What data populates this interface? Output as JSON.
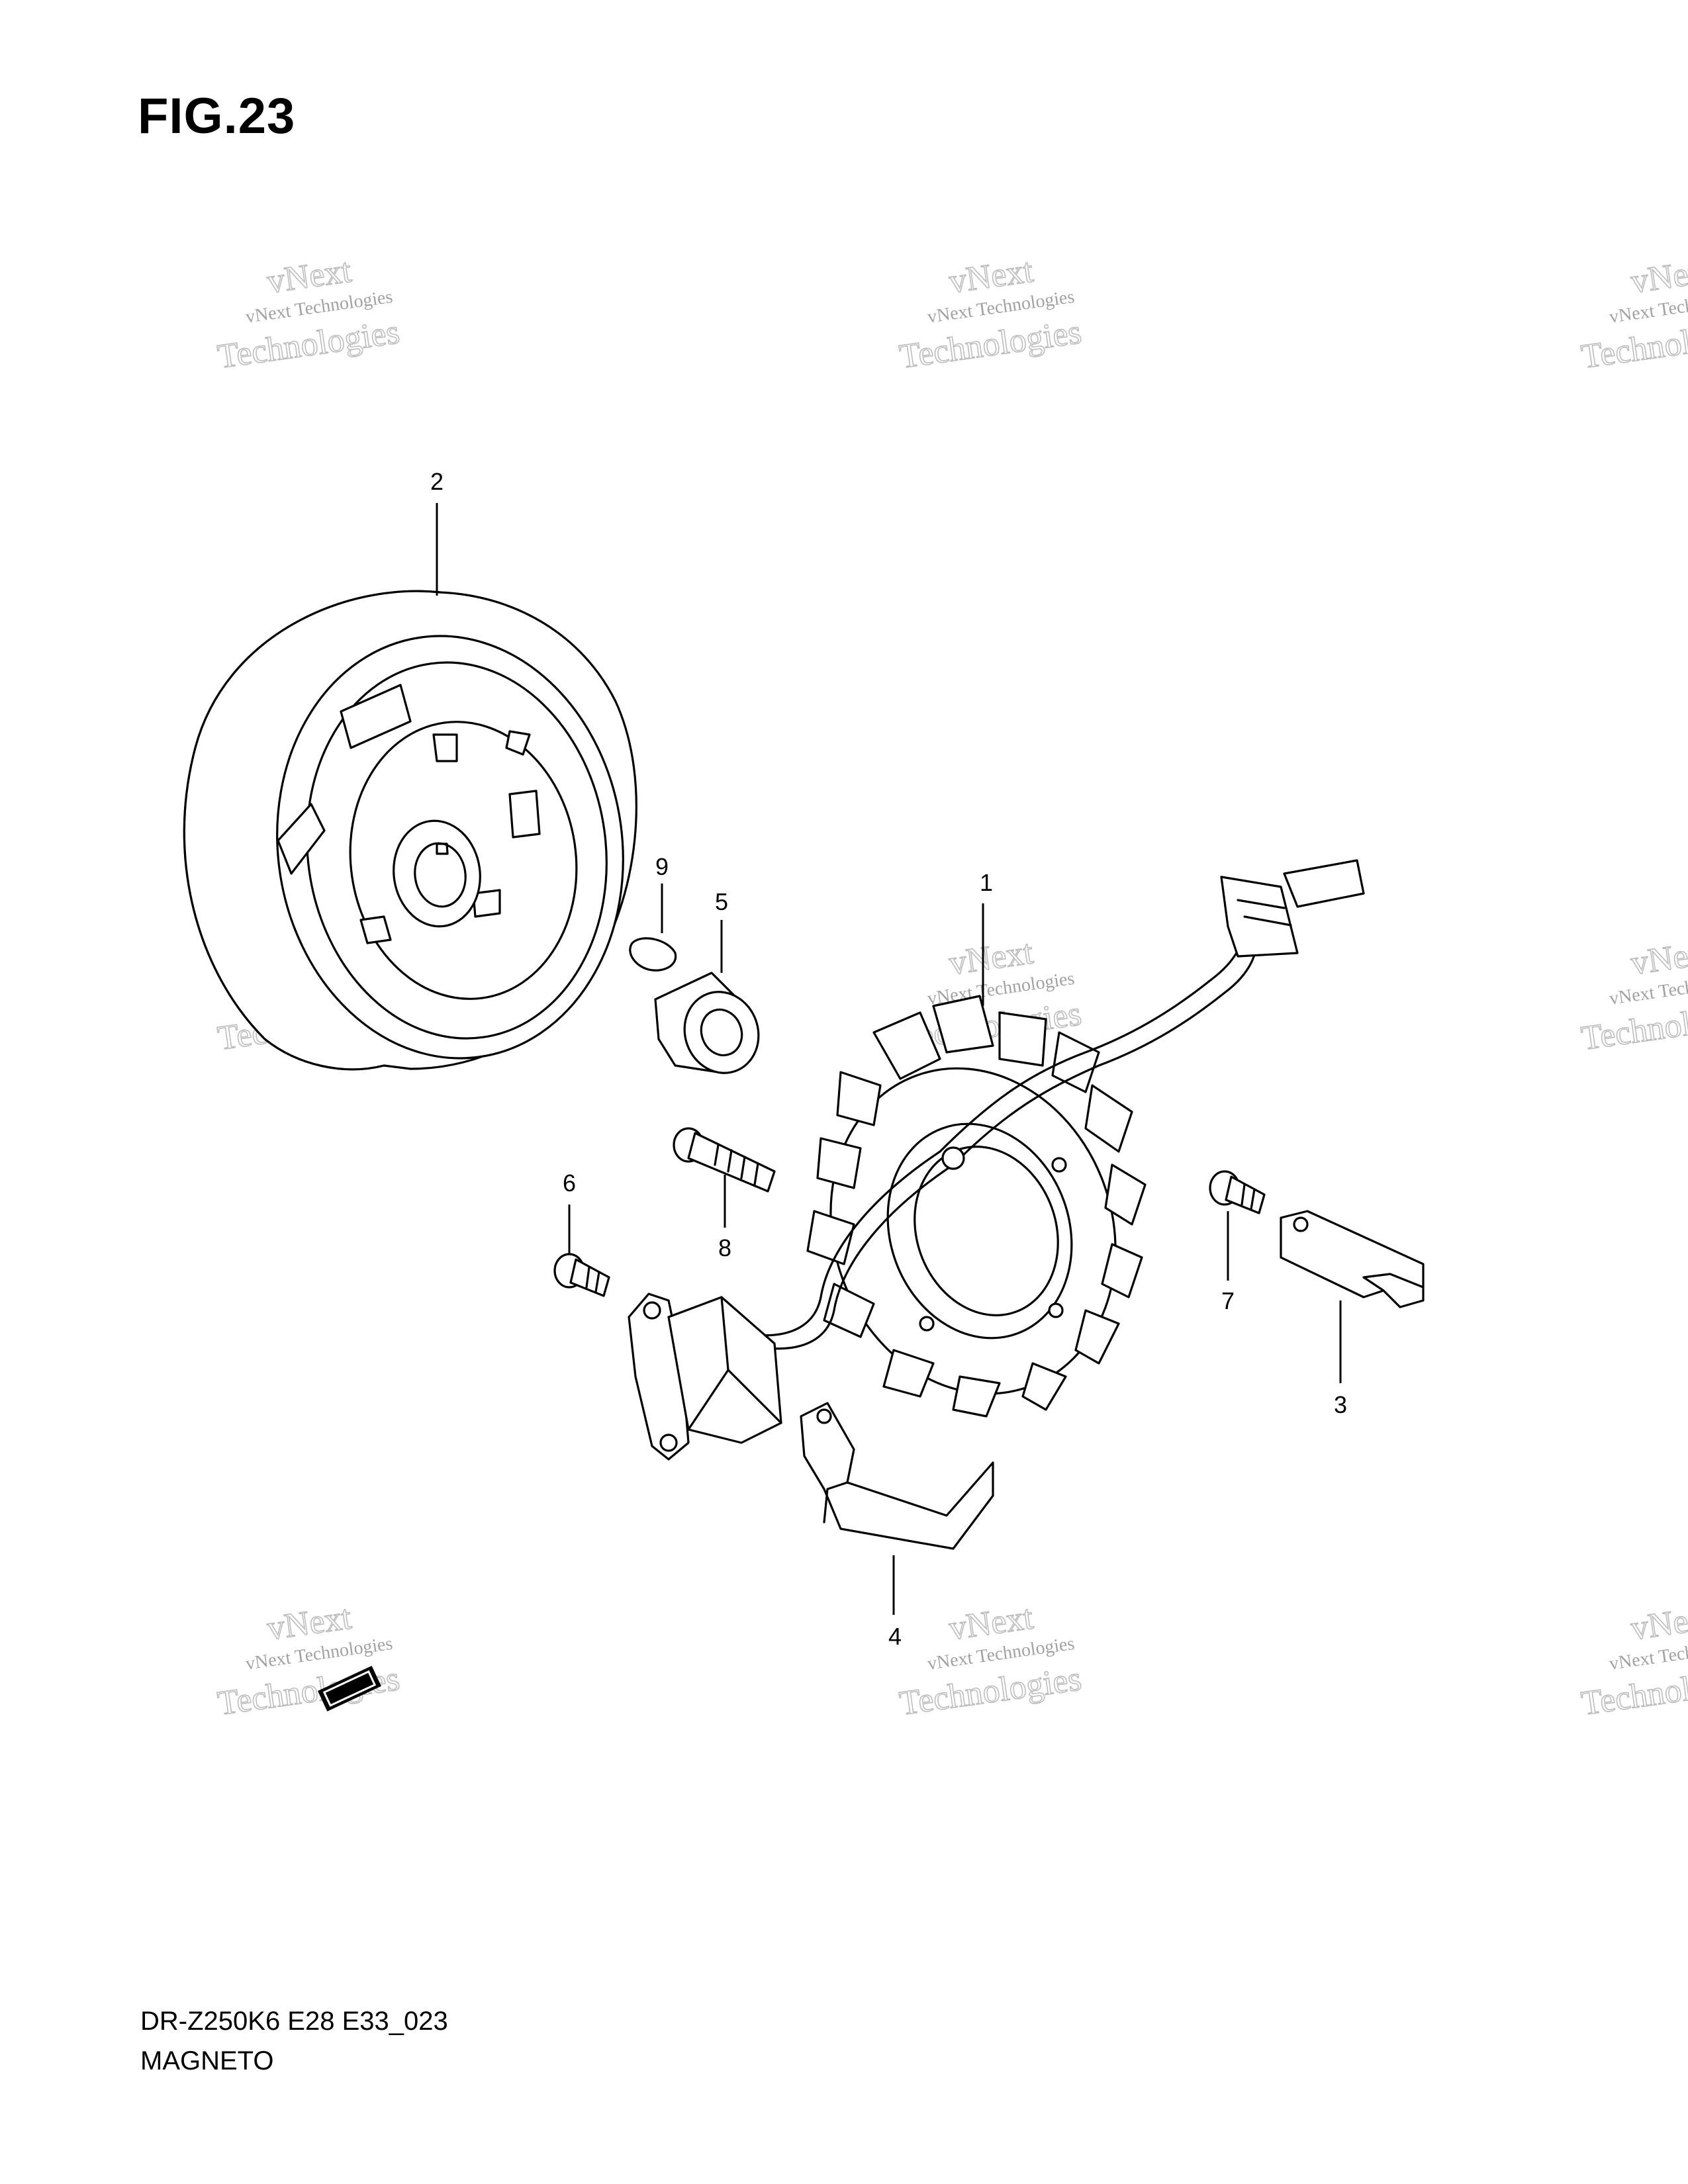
{
  "figure": {
    "title": "FIG.23"
  },
  "footer": {
    "model_code": "DR-Z250K6 E28 E33_023",
    "section_name": "MAGNETO"
  },
  "callouts": [
    {
      "id": "1",
      "label": "1",
      "part": "stator-coil-assembly"
    },
    {
      "id": "2",
      "label": "2",
      "part": "flywheel-rotor"
    },
    {
      "id": "3",
      "label": "3",
      "part": "clamp-right"
    },
    {
      "id": "4",
      "label": "4",
      "part": "clamp-lower"
    },
    {
      "id": "5",
      "label": "5",
      "part": "nut"
    },
    {
      "id": "6",
      "label": "6",
      "part": "bolt-pickup"
    },
    {
      "id": "7",
      "label": "7",
      "part": "bolt-clamp"
    },
    {
      "id": "8",
      "label": "8",
      "part": "bolt-stator"
    },
    {
      "id": "9",
      "label": "9",
      "part": "key"
    }
  ],
  "watermark": {
    "line_small": "vNext Technologies",
    "line_big_1": "vNext",
    "line_big_2": "Technologies"
  }
}
